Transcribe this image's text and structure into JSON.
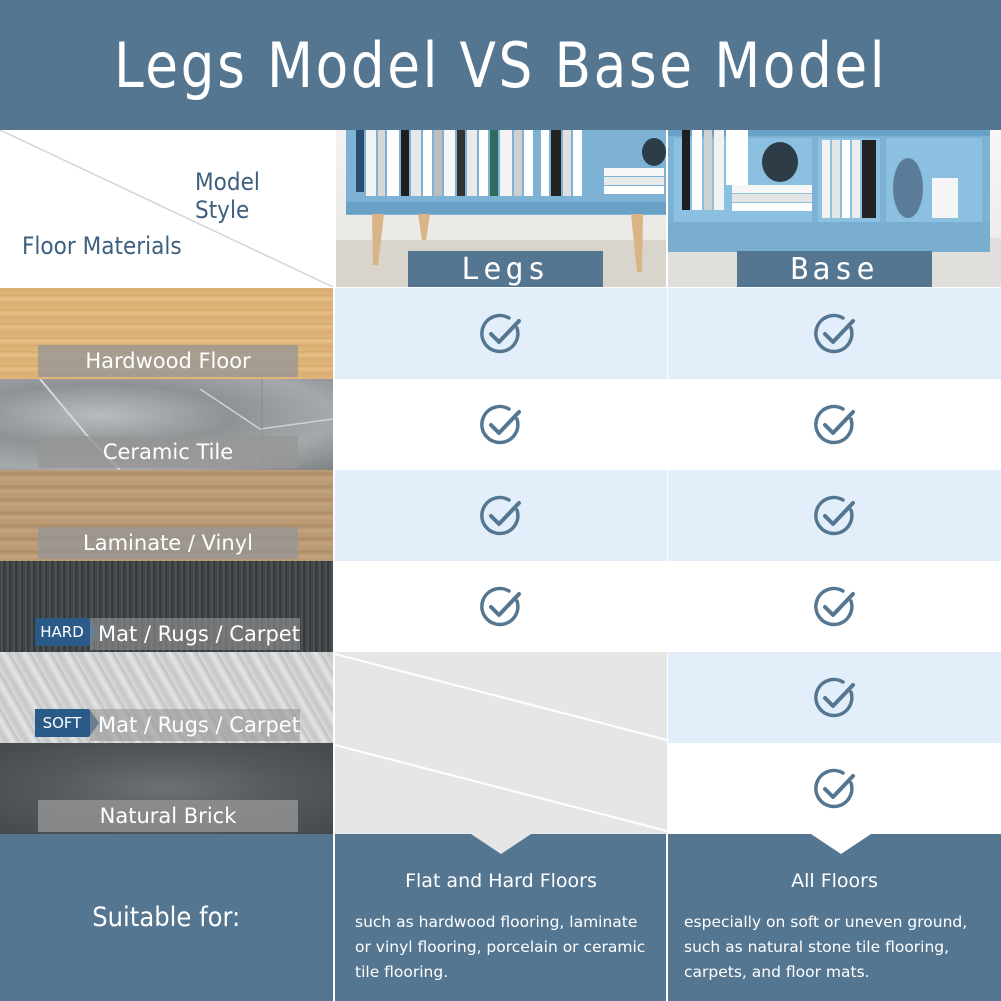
{
  "header": {
    "title": "Legs Model  VS Base Model"
  },
  "table_header": {
    "model_style_label": "Model Style",
    "floor_materials_label": "Floor Materials",
    "columns": [
      {
        "label": "Legs"
      },
      {
        "label": "Base"
      }
    ]
  },
  "rows": [
    {
      "material": "Hardwood Floor",
      "tag": "",
      "legs": true,
      "base": true
    },
    {
      "material": "Ceramic Tile",
      "tag": "",
      "legs": true,
      "base": true
    },
    {
      "material": "Laminate / Vinyl",
      "tag": "",
      "legs": true,
      "base": true
    },
    {
      "material": "Mat / Rugs / Carpet",
      "tag": "HARD",
      "legs": true,
      "base": true
    },
    {
      "material": "Mat / Rugs / Carpet",
      "tag": "SOFT",
      "legs": false,
      "base": true
    },
    {
      "material": "Natural Brick",
      "tag": "",
      "legs": false,
      "base": true
    }
  ],
  "footer": {
    "label": "Suitable for:",
    "legs": {
      "title": "Flat and Hard Floors",
      "description": "such as hardwood flooring, laminate or vinyl flooring, porcelain or ceramic tile flooring."
    },
    "base": {
      "title": "All Floors",
      "description": "especially on soft or uneven ground, such as natural stone tile flooring, carpets, and floor mats."
    }
  },
  "colors": {
    "brand": "#557691",
    "check": "#557691",
    "supported_bg_a": "#e2effa",
    "supported_bg_b": "#ffffff",
    "unsupported_bg": "#e6e6e6",
    "tag_bg": "#2a5b88"
  },
  "icons": {
    "supported": "check-circle-icon"
  }
}
